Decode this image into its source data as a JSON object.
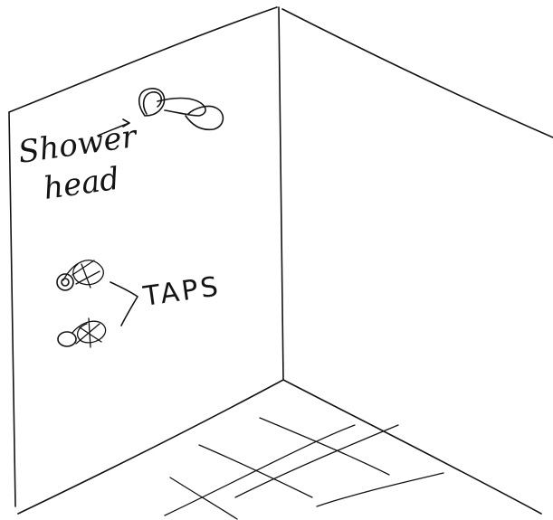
{
  "labels": {
    "shower_line1": "Shower",
    "shower_line2": "head",
    "taps": "TAPS"
  },
  "icons": {
    "shower_head": "shower-head-icon",
    "tap_top": "tap-icon",
    "tap_bottom": "tap-icon"
  },
  "colors": {
    "ink": "#141414",
    "paper": "#ffffff"
  }
}
